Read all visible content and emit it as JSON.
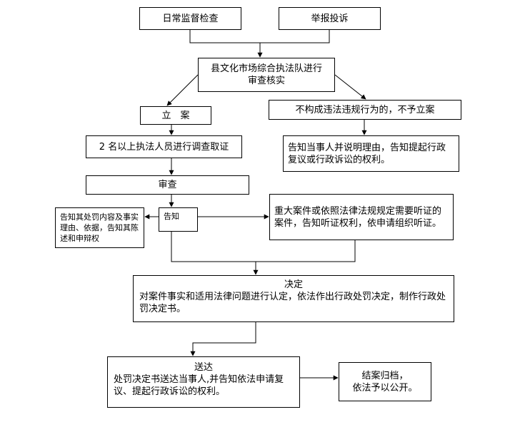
{
  "boxes": {
    "daily_inspection": "日常监督检查",
    "report_complaint": "举报投诉",
    "review_check": "县文化市场综合执法队进行\n审查核实",
    "filing": "立　案",
    "no_filing": "不构成违法违规行为的，不予立案",
    "investigate": "2 名以上执法人员进行调查取证",
    "inform_no_file": "告知当事人并说明理由，告知提起行政复议或行政诉讼的权利。",
    "review": "审查",
    "notify": "告知",
    "notify_content": "告知其处罚内容及事实理由、依据，告知其陈述和申辩权",
    "hearing": "重大案件或依照法律法规规定需要听证的案件，告知听证权利，依申请组织听证。",
    "decision_title": "决定",
    "decision_body": "对案件事实和适用法律问题进行认定，依法作出行政处罚决定，制作行政处罚决定书。",
    "delivery_title": "送达",
    "delivery_body": "处罚决定书送达当事人,并告知依法申请复议、提起行政诉讼的权利。",
    "archive": "结案归档，\n依法予以公开。"
  }
}
